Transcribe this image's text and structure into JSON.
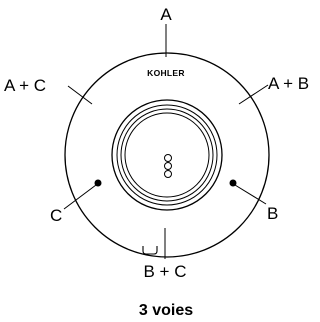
{
  "diagram": {
    "brand": "KOHLER",
    "caption": "3 voies",
    "positions": {
      "top": "A",
      "upper_left": "A + C",
      "upper_right": "A + B",
      "left": "C",
      "right": "B",
      "bottom": "B + C"
    }
  }
}
